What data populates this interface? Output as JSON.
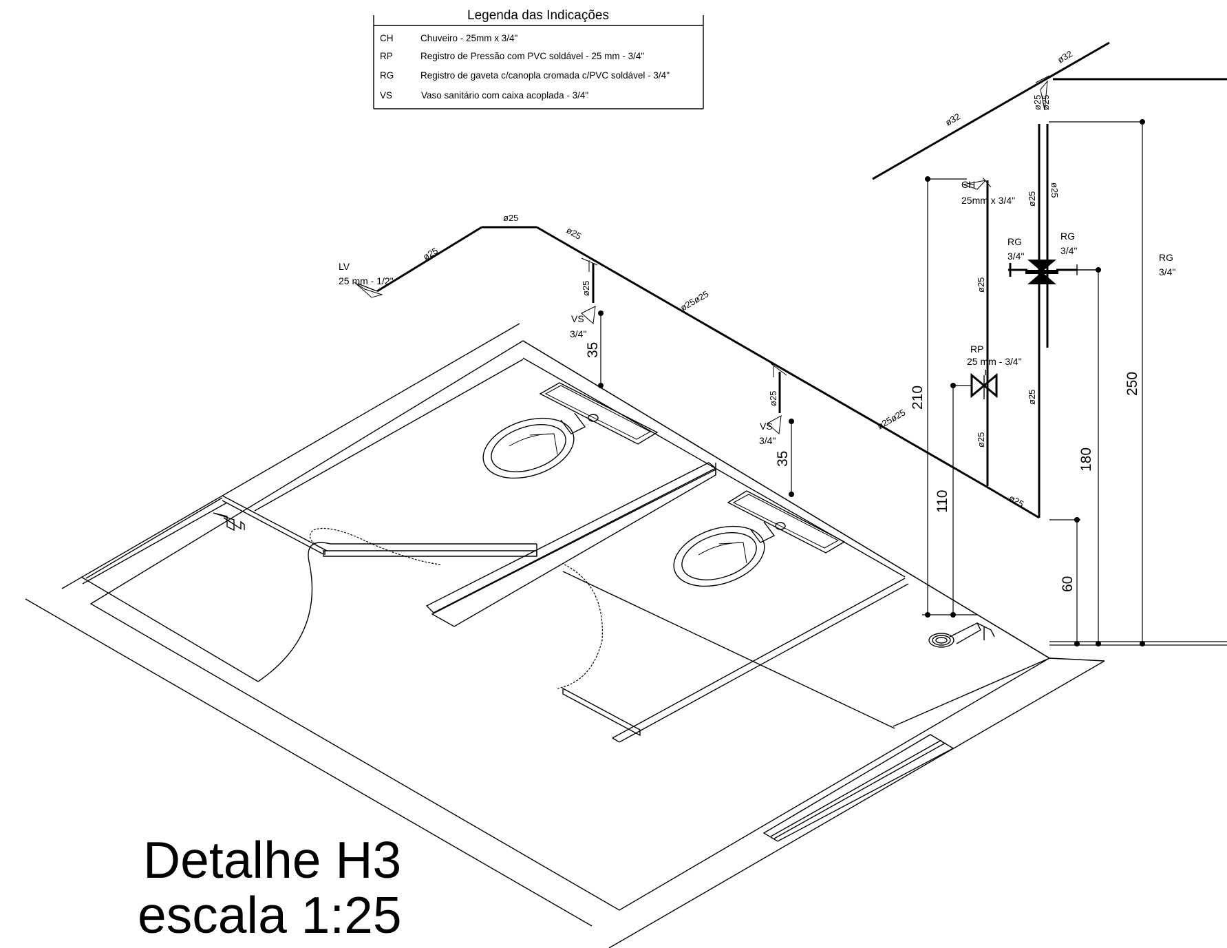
{
  "legend": {
    "title": "Legenda das Indicações",
    "rows": [
      {
        "code": "CH",
        "desc": "Chuveiro - 25mm x 3/4\""
      },
      {
        "code": "RP",
        "desc": "Registro de Pressão com PVC soldável - 25 mm - 3/4\""
      },
      {
        "code": "RG",
        "desc": "Registro de gaveta c/canopla cromada c/PVC soldável - 3/4\""
      },
      {
        "code": "VS",
        "desc": "Vaso sanitário com caixa acoplada - 3/4\""
      }
    ]
  },
  "fixtures": {
    "lv": {
      "code": "LV",
      "spec": "25 mm - 1/2\""
    },
    "vs1": {
      "code": "VS",
      "spec": "3/4\""
    },
    "vs2": {
      "code": "VS",
      "spec": "3/4\""
    },
    "ch": {
      "code": "CH",
      "spec": "25mm x 3/4\""
    },
    "rp": {
      "code": "RP",
      "spec": "25 mm - 3/4\""
    },
    "rg1": {
      "code": "RG",
      "spec": "3/4\""
    },
    "rg2": {
      "code": "RG",
      "spec": "3/4\""
    },
    "rg3": {
      "code": "RG",
      "spec": "3/4\""
    }
  },
  "pipe_labels": {
    "d32_top": "ø32",
    "d32_mid": "ø32",
    "d25": "ø25",
    "d25_stack": "ø25ø25",
    "d25_stack2": "ø25"
  },
  "dimensions": {
    "vs1": "35",
    "vs2": "35",
    "ch": "210",
    "rp": "110",
    "rg_left": "180",
    "rg_right": "250",
    "low": "60"
  },
  "title": {
    "line1": "Detalhe H3",
    "line2": "escala 1:25"
  }
}
